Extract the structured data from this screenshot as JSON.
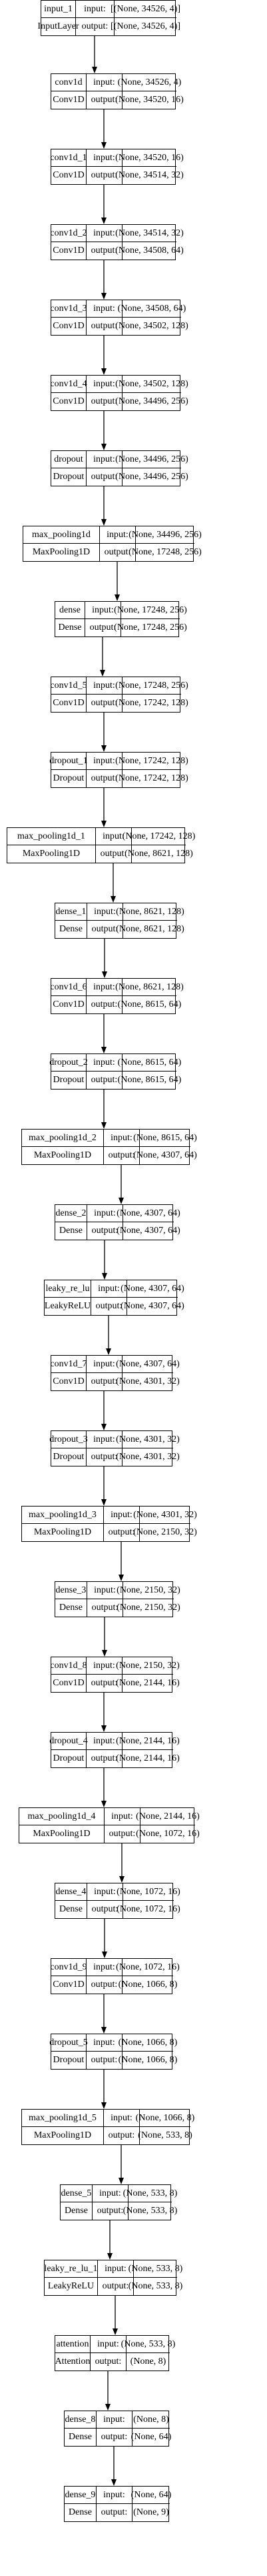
{
  "labels": {
    "input": "input:",
    "output": "output:"
  },
  "layers": [
    {
      "name": "input_1",
      "type": "InputLayer",
      "input": "[(None, 34526, 4)]",
      "output": "[(None, 34526, 4)]"
    },
    {
      "name": "conv1d",
      "type": "Conv1D",
      "input": "(None, 34526, 4)",
      "output": "(None, 34520, 16)"
    },
    {
      "name": "conv1d_1",
      "type": "Conv1D",
      "input": "(None, 34520, 16)",
      "output": "(None, 34514, 32)"
    },
    {
      "name": "conv1d_2",
      "type": "Conv1D",
      "input": "(None, 34514, 32)",
      "output": "(None, 34508, 64)"
    },
    {
      "name": "conv1d_3",
      "type": "Conv1D",
      "input": "(None, 34508, 64)",
      "output": "(None, 34502, 128)"
    },
    {
      "name": "conv1d_4",
      "type": "Conv1D",
      "input": "(None, 34502, 128)",
      "output": "(None, 34496, 256)"
    },
    {
      "name": "dropout",
      "type": "Dropout",
      "input": "(None, 34496, 256)",
      "output": "(None, 34496, 256)"
    },
    {
      "name": "max_pooling1d",
      "type": "MaxPooling1D",
      "input": "(None, 34496, 256)",
      "output": "(None, 17248, 256)"
    },
    {
      "name": "dense",
      "type": "Dense",
      "input": "(None, 17248, 256)",
      "output": "(None, 17248, 256)"
    },
    {
      "name": "conv1d_5",
      "type": "Conv1D",
      "input": "(None, 17248, 256)",
      "output": "(None, 17242, 128)"
    },
    {
      "name": "dropout_1",
      "type": "Dropout",
      "input": "(None, 17242, 128)",
      "output": "(None, 17242, 128)"
    },
    {
      "name": "max_pooling1d_1",
      "type": "MaxPooling1D",
      "input": "(None, 17242, 128)",
      "output": "(None, 8621, 128)"
    },
    {
      "name": "dense_1",
      "type": "Dense",
      "input": "(None, 8621, 128)",
      "output": "(None, 8621, 128)"
    },
    {
      "name": "conv1d_6",
      "type": "Conv1D",
      "input": "(None, 8621, 128)",
      "output": "(None, 8615, 64)"
    },
    {
      "name": "dropout_2",
      "type": "Dropout",
      "input": "(None, 8615, 64)",
      "output": "(None, 8615, 64)"
    },
    {
      "name": "max_pooling1d_2",
      "type": "MaxPooling1D",
      "input": "(None, 8615, 64)",
      "output": "(None, 4307, 64)"
    },
    {
      "name": "dense_2",
      "type": "Dense",
      "input": "(None, 4307, 64)",
      "output": "(None, 4307, 64)"
    },
    {
      "name": "leaky_re_lu",
      "type": "LeakyReLU",
      "input": "(None, 4307, 64)",
      "output": "(None, 4307, 64)"
    },
    {
      "name": "conv1d_7",
      "type": "Conv1D",
      "input": "(None, 4307, 64)",
      "output": "(None, 4301, 32)"
    },
    {
      "name": "dropout_3",
      "type": "Dropout",
      "input": "(None, 4301, 32)",
      "output": "(None, 4301, 32)"
    },
    {
      "name": "max_pooling1d_3",
      "type": "MaxPooling1D",
      "input": "(None, 4301, 32)",
      "output": "(None, 2150, 32)"
    },
    {
      "name": "dense_3",
      "type": "Dense",
      "input": "(None, 2150, 32)",
      "output": "(None, 2150, 32)"
    },
    {
      "name": "conv1d_8",
      "type": "Conv1D",
      "input": "(None, 2150, 32)",
      "output": "(None, 2144, 16)"
    },
    {
      "name": "dropout_4",
      "type": "Dropout",
      "input": "(None, 2144, 16)",
      "output": "(None, 2144, 16)"
    },
    {
      "name": "max_pooling1d_4",
      "type": "MaxPooling1D",
      "input": "(None, 2144, 16)",
      "output": "(None, 1072, 16)"
    },
    {
      "name": "dense_4",
      "type": "Dense",
      "input": "(None, 1072, 16)",
      "output": "(None, 1072, 16)"
    },
    {
      "name": "conv1d_9",
      "type": "Conv1D",
      "input": "(None, 1072, 16)",
      "output": "(None, 1066, 8)"
    },
    {
      "name": "dropout_5",
      "type": "Dropout",
      "input": "(None, 1066, 8)",
      "output": "(None, 1066, 8)"
    },
    {
      "name": "max_pooling1d_5",
      "type": "MaxPooling1D",
      "input": "(None, 1066, 8)",
      "output": "(None, 533, 8)"
    },
    {
      "name": "dense_5",
      "type": "Dense",
      "input": "(None, 533, 8)",
      "output": "(None, 533, 8)"
    },
    {
      "name": "leaky_re_lu_1",
      "type": "LeakyReLU",
      "input": "(None, 533, 8)",
      "output": "(None, 533, 8)"
    },
    {
      "name": "attention",
      "type": "Attention",
      "input": "(None, 533, 8)",
      "output": "(None, 8)"
    },
    {
      "name": "dense_8",
      "type": "Dense",
      "input": "(None, 8)",
      "output": "(None, 64)"
    },
    {
      "name": "dense_9",
      "type": "Dense",
      "input": "(None, 64)",
      "output": "(None, 9)"
    }
  ]
}
